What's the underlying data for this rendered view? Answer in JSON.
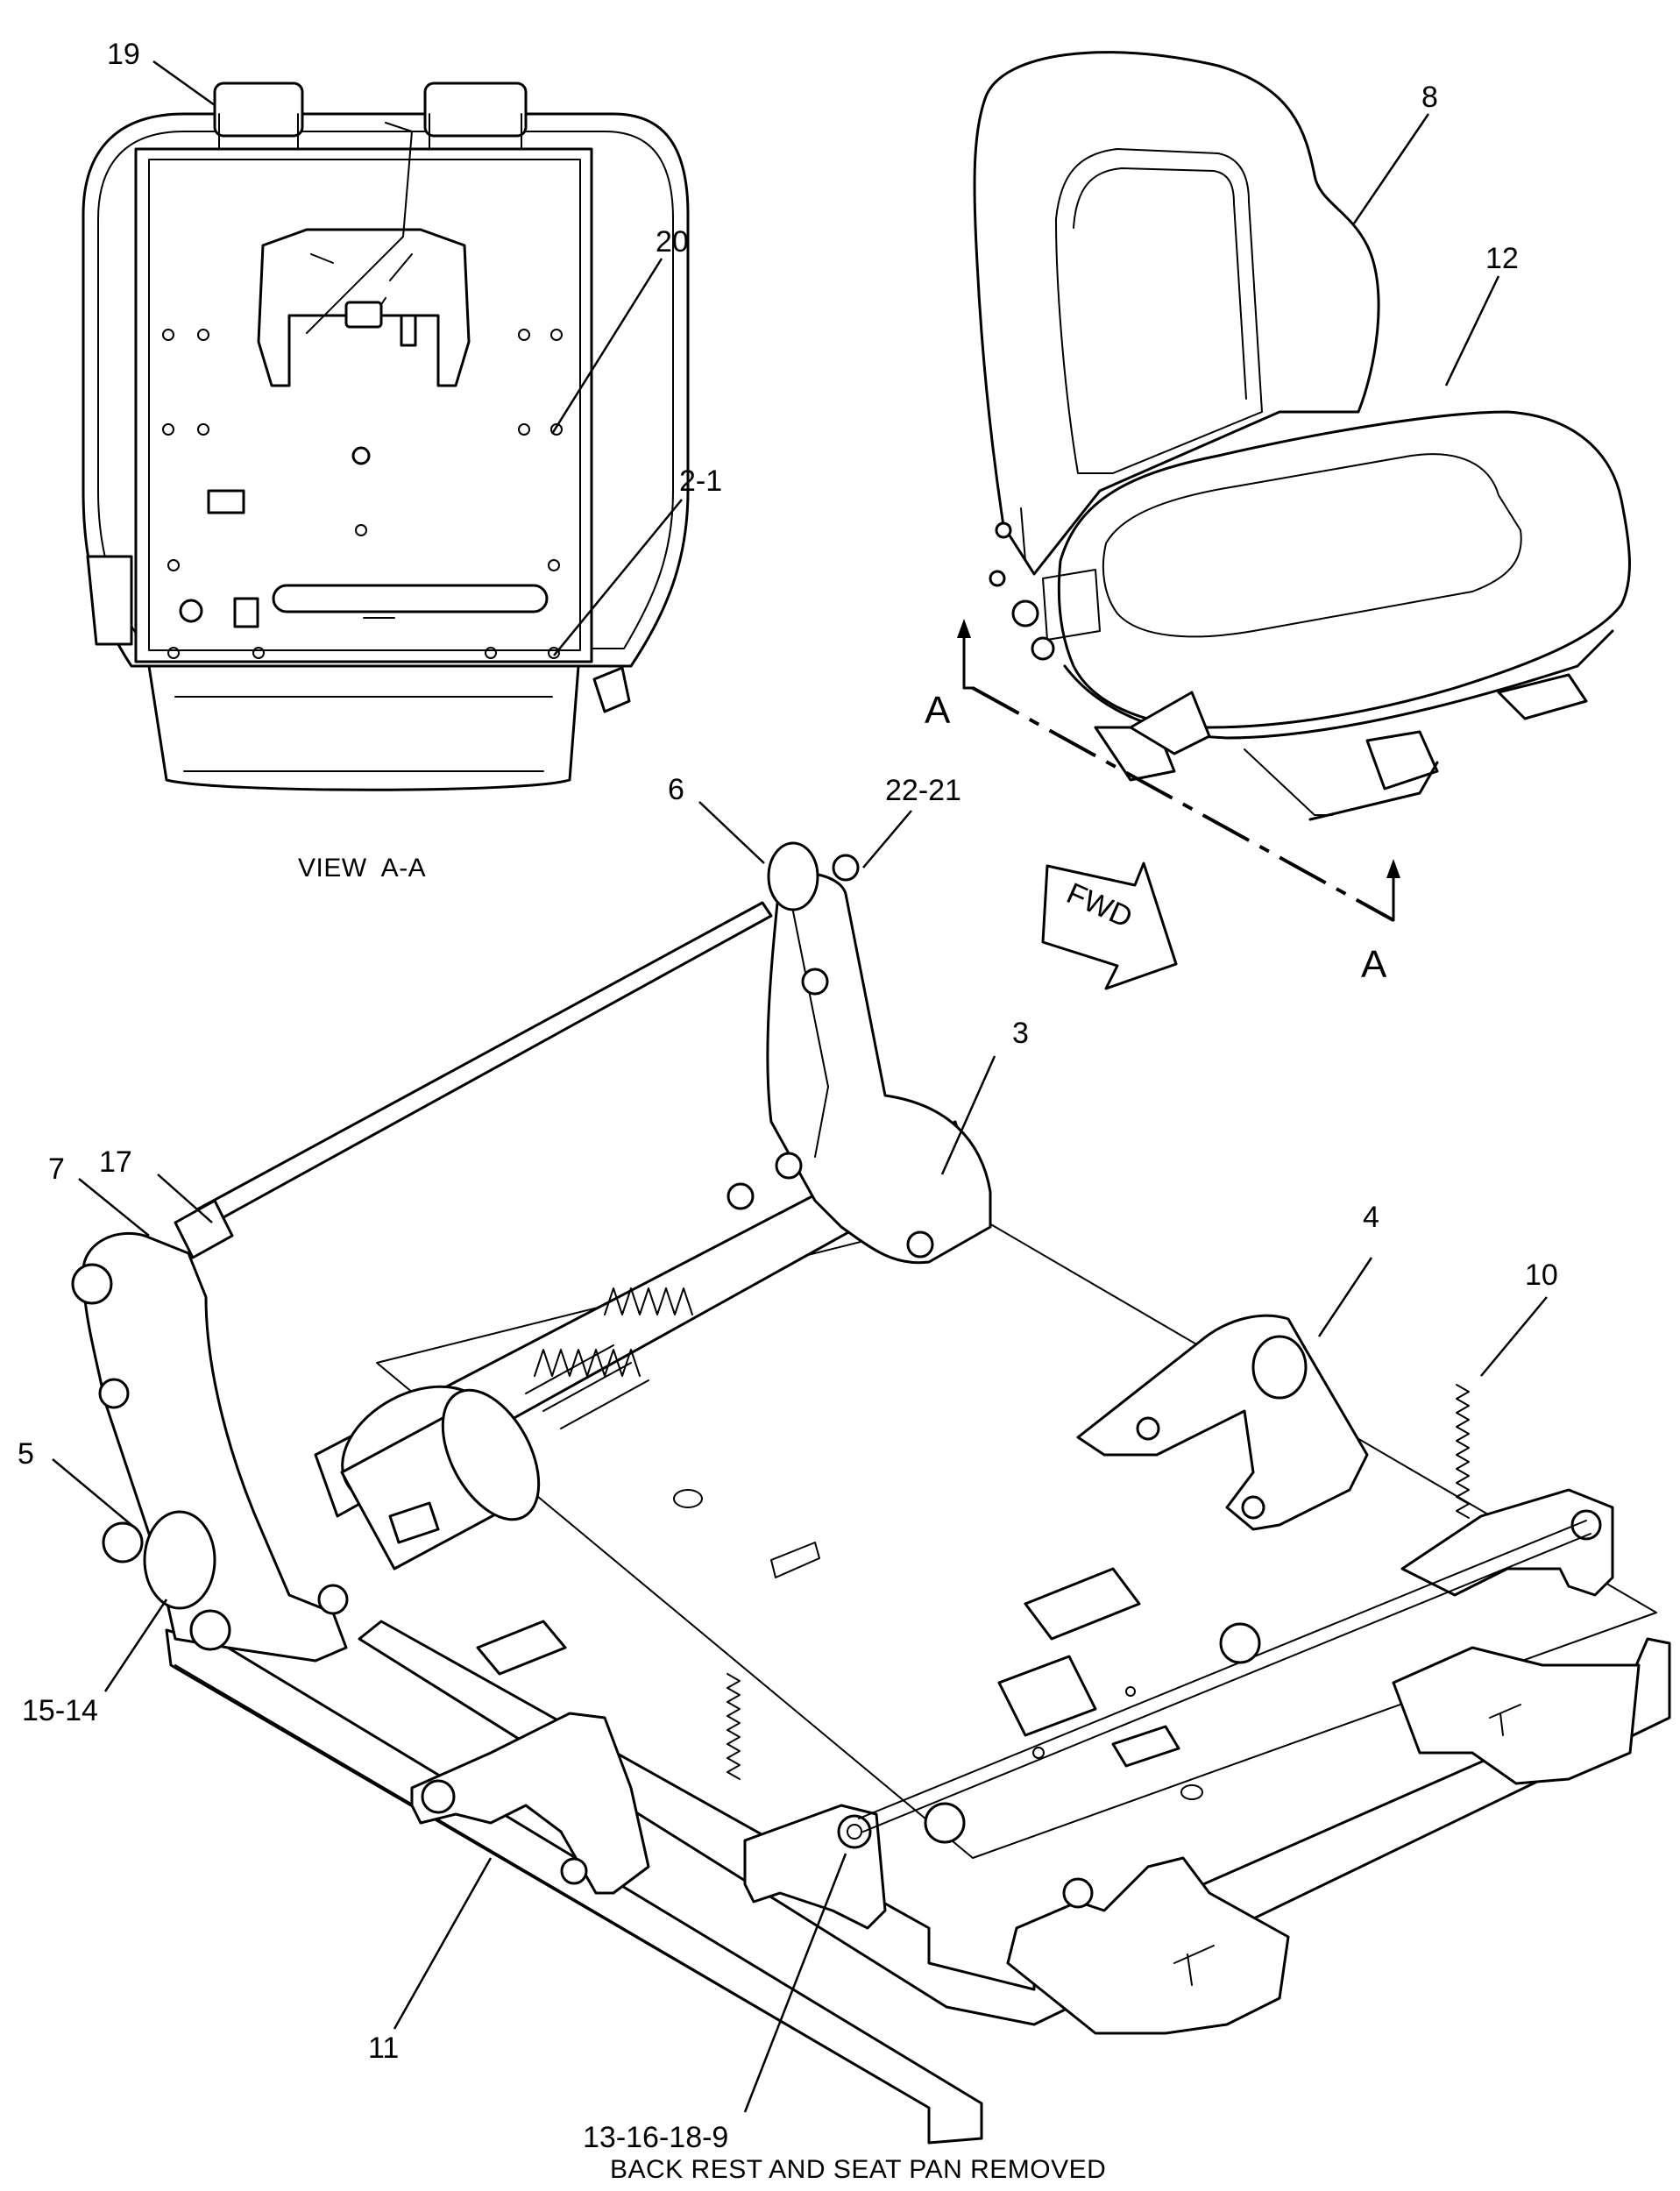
{
  "figure": {
    "view_label": "VIEW  A-A",
    "caption": "BACK REST AND SEAT PAN REMOVED",
    "section_letter_left": "A",
    "section_letter_right": "A",
    "fwd_label": "FWD"
  },
  "callouts": {
    "c19": "19",
    "c20": "20",
    "c2_1": "2-1",
    "c8": "8",
    "c12": "12",
    "c6": "6",
    "c22_21": "22-21",
    "c3": "3",
    "c17": "17",
    "c7": "7",
    "c4": "4",
    "c10": "10",
    "c5": "5",
    "c15_14": "15-14",
    "c11": "11",
    "c13_16_18_9": "13-16-18-9"
  }
}
